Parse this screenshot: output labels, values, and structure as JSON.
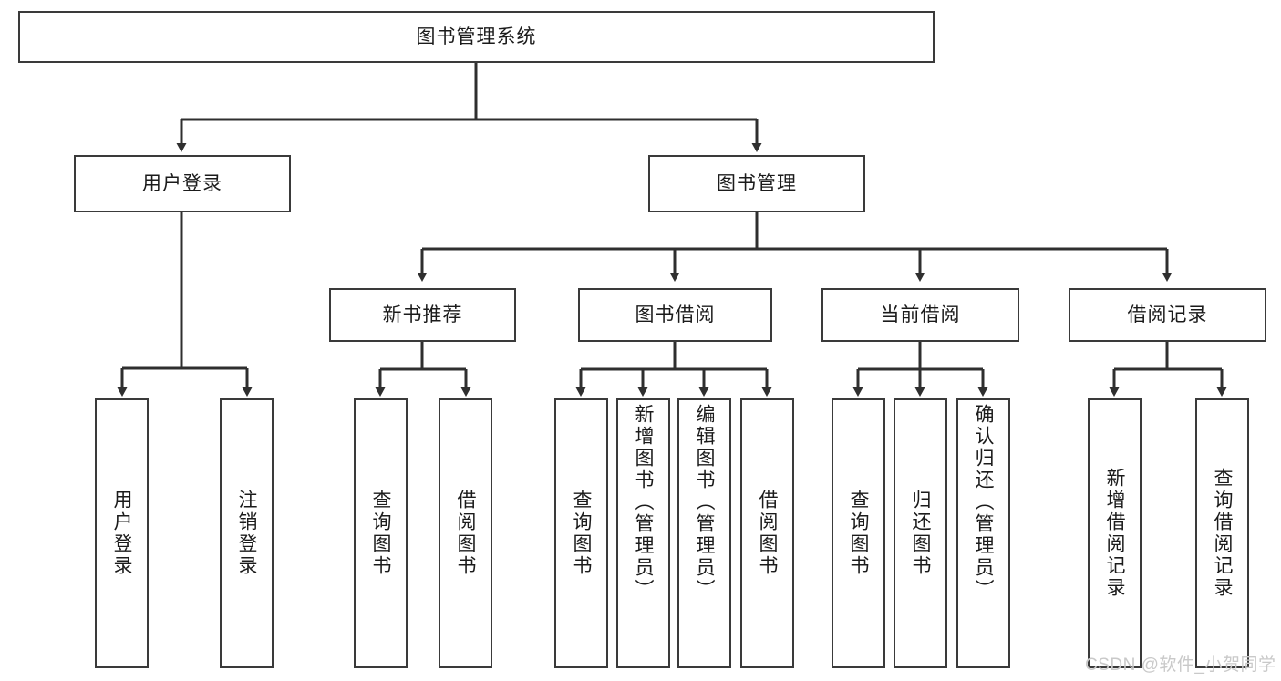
{
  "diagram": {
    "title": "图书管理系统",
    "type": "tree-diagram",
    "watermark": "CSDN @软件_小贺同学",
    "colors": {
      "box_border": "#3a3a3a",
      "box_fill": "#ffffff",
      "line": "#2f2f2f",
      "text": "#1b1b1b",
      "watermark": "#c9c9c9"
    },
    "root": {
      "label": "图书管理系统"
    },
    "level2": [
      {
        "label": "用户登录"
      },
      {
        "label": "图书管理"
      }
    ],
    "level3": [
      {
        "label": "新书推荐"
      },
      {
        "label": "图书借阅"
      },
      {
        "label": "当前借阅"
      },
      {
        "label": "借阅记录"
      }
    ],
    "leaves": {
      "user_login": [
        {
          "label": "用户登录"
        },
        {
          "label": "注销登录"
        }
      ],
      "new_book_recommend": [
        {
          "label": "查询图书"
        },
        {
          "label": "借阅图书"
        }
      ],
      "book_borrow": [
        {
          "label": "查询图书"
        },
        {
          "label": "新增图书（管理员）"
        },
        {
          "label": "编辑图书（管理员）"
        },
        {
          "label": "借阅图书"
        }
      ],
      "current_borrow": [
        {
          "label": "查询图书"
        },
        {
          "label": "归还图书"
        },
        {
          "label": "确认归还（管理员）"
        }
      ],
      "borrow_record": [
        {
          "label": "新增借阅记录"
        },
        {
          "label": "查询借阅记录"
        }
      ]
    }
  }
}
